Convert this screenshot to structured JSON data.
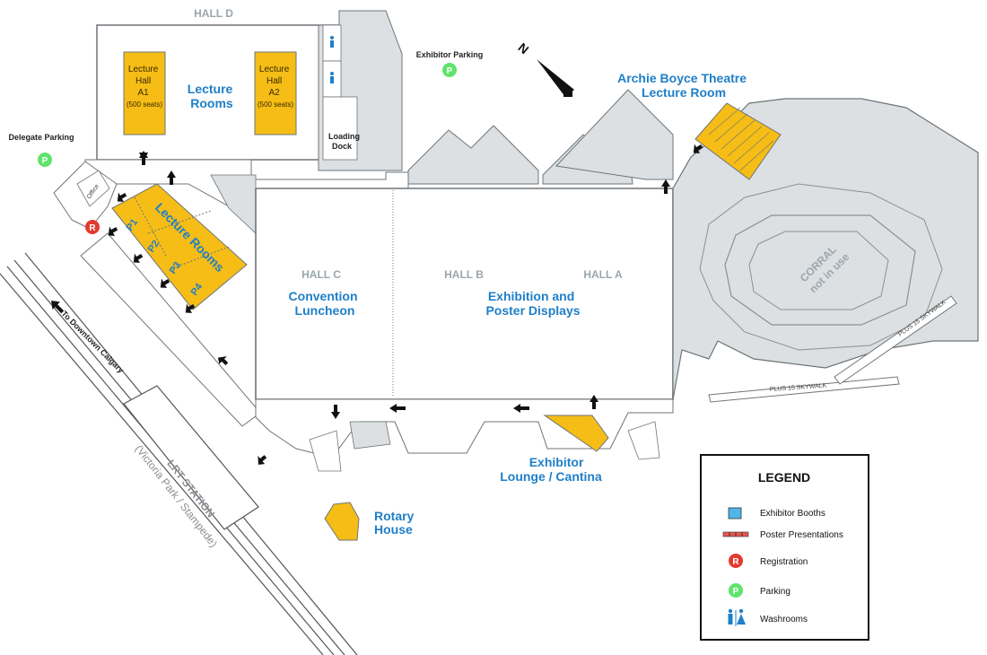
{
  "colors": {
    "yellow": "#f5bd16",
    "blue": "#1f7fc8",
    "gray_fill": "#dde0e2",
    "outline": "#6e7478",
    "parking_green": "#5fe36a",
    "registration_red": "#e23a2e",
    "booth_blue": "#4fb6ea",
    "poster_red": "#e8564e"
  },
  "halls": {
    "hall_d": "HALL D",
    "hall_c": "HALL C",
    "hall_b": "HALL B",
    "hall_a": "HALL A"
  },
  "labels": {
    "lecture_rooms_top": [
      "Lecture",
      "Rooms"
    ],
    "lecture_hall_a1": [
      "Lecture",
      "Hall",
      "A1",
      "(500 seats)"
    ],
    "lecture_hall_a2": [
      "Lecture",
      "Hall",
      "A2",
      "(500 seats)"
    ],
    "loading_dock": [
      "Loading",
      "Dock"
    ],
    "exhibitor_parking": "Exhibitor Parking",
    "delegate_parking": "Delegate Parking",
    "theatre": [
      "Archie Boyce Theatre",
      "Lecture Room"
    ],
    "office": "Office",
    "lecture_rooms_side": "Lecture Rooms",
    "rooms": [
      "P1",
      "P2",
      "P3",
      "P4"
    ],
    "convention_luncheon": [
      "Convention",
      "Luncheon"
    ],
    "exhibition": [
      "Exhibition and",
      "Poster Displays"
    ],
    "exhibitor_lounge": [
      "Exhibitor",
      "Lounge / Cantina"
    ],
    "rotary_house": [
      "Rotary",
      "House"
    ],
    "corral": [
      "CORRAL",
      "not in use"
    ],
    "plus15_skywalk_1": "PLUS 15 SKYWALK",
    "plus15_skywalk_2": "PLUS 15 SKYWALK",
    "to_downtown": "To Downtown Calgary",
    "lrt_station": [
      "LRT STATION",
      "(Victoria Park / Stampede)"
    ],
    "north": "N",
    "parking_symbol": "P",
    "registration_symbol": "R"
  },
  "legend": {
    "title": "LEGEND",
    "items": [
      {
        "icon": "exhibitor-booth-icon",
        "label": "Exhibitor Booths"
      },
      {
        "icon": "poster-presentation-icon",
        "label": "Poster Presentations"
      },
      {
        "icon": "registration-icon",
        "label": "Registration"
      },
      {
        "icon": "parking-icon",
        "label": "Parking"
      },
      {
        "icon": "washroom-icon",
        "label": "Washrooms"
      }
    ]
  }
}
